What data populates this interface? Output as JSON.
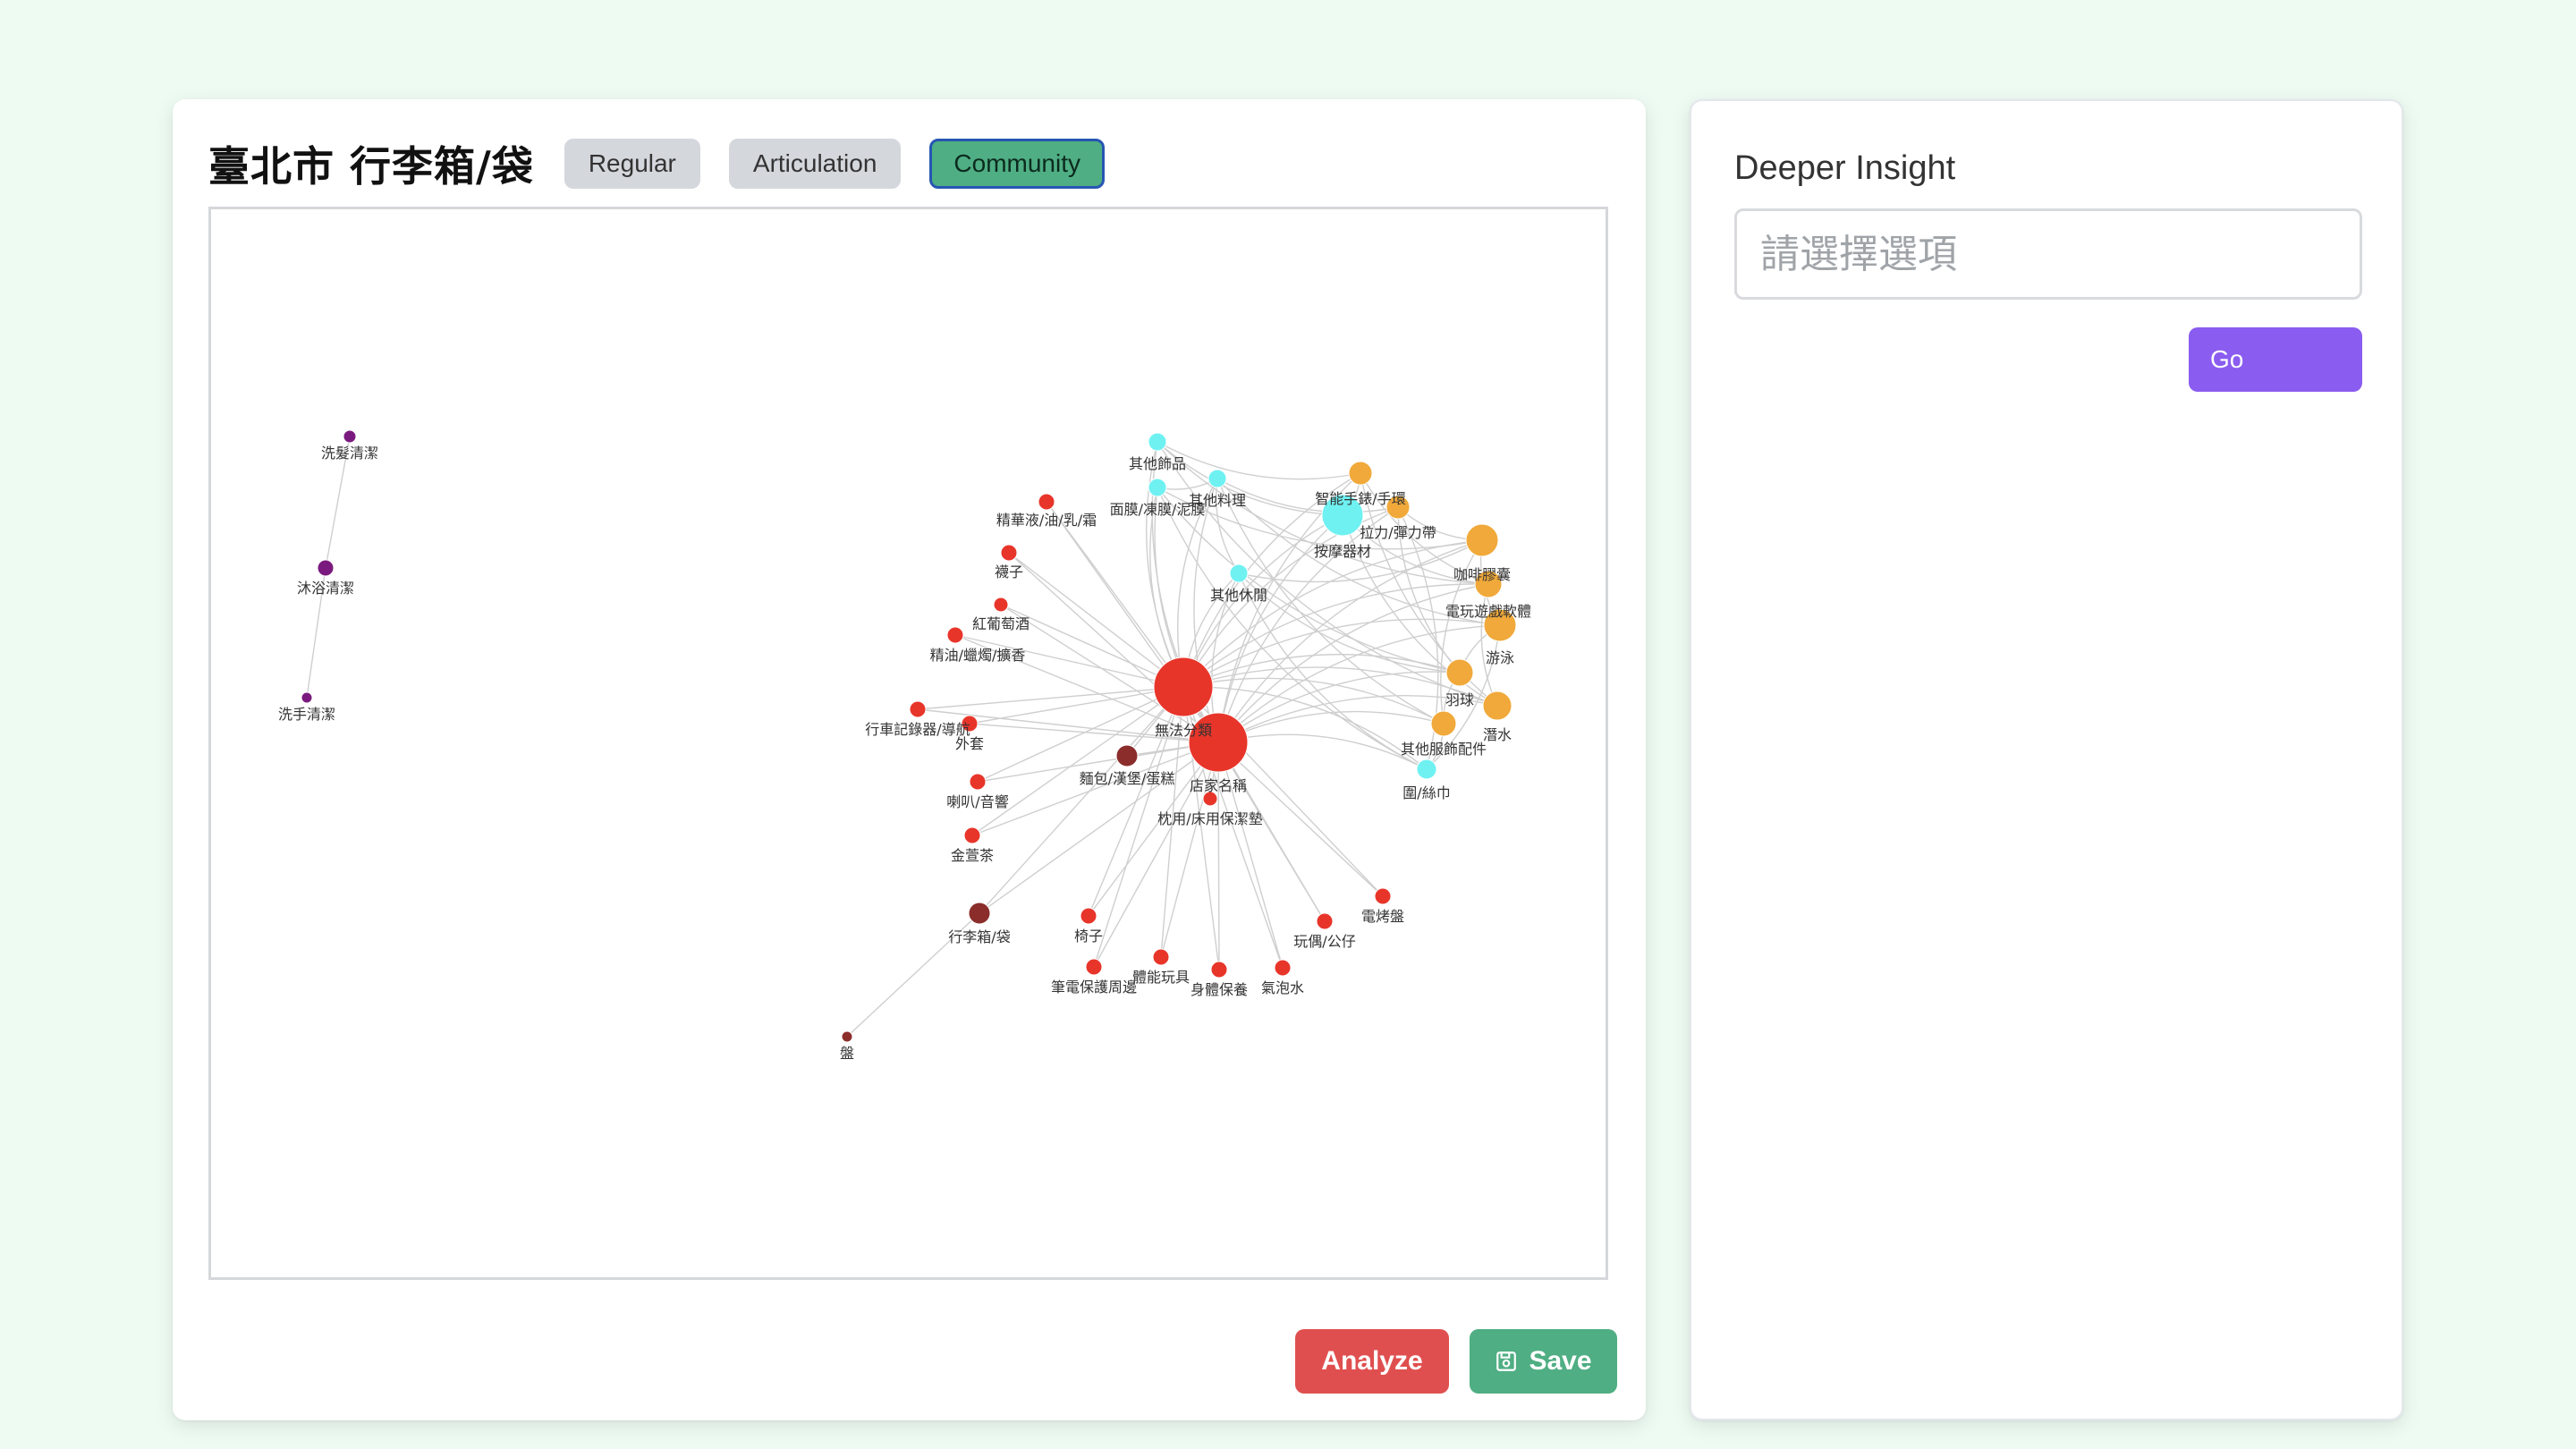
{
  "header": {
    "title": "臺北市 行李箱/袋",
    "modes": [
      {
        "label": "Regular",
        "active": false
      },
      {
        "label": "Articulation",
        "active": false
      },
      {
        "label": "Community",
        "active": true
      }
    ]
  },
  "actions": {
    "analyze_label": "Analyze",
    "save_label": "Save"
  },
  "insight": {
    "heading": "Deeper Insight",
    "placeholder": "請選擇選項",
    "go_label": "Go"
  },
  "colors": {
    "red": "#e8352a",
    "dark_red": "#8b2d2b",
    "cyan": "#6ff1f2",
    "orange": "#f0a93a",
    "purple": "#7a1a7e",
    "edge": "#cfcfcf",
    "accent_green": "#4fae83",
    "accent_red": "#e04f4f",
    "accent_purple": "#8a5cf0"
  },
  "graph": {
    "nodes": [
      {
        "id": "洗髮清潔",
        "group": "purple"
      },
      {
        "id": "沐浴清潔",
        "group": "purple"
      },
      {
        "id": "洗手清潔",
        "group": "purple"
      },
      {
        "id": "無法分類",
        "group": "red"
      },
      {
        "id": "店家名稱",
        "group": "red"
      },
      {
        "id": "精華液/油/乳/霜",
        "group": "red"
      },
      {
        "id": "襪子",
        "group": "red"
      },
      {
        "id": "紅葡萄酒",
        "group": "red"
      },
      {
        "id": "精油/蠟燭/擴香",
        "group": "red"
      },
      {
        "id": "行車記錄器/導航",
        "group": "red"
      },
      {
        "id": "外套",
        "group": "red"
      },
      {
        "id": "喇叭/音響",
        "group": "red"
      },
      {
        "id": "金萱茶",
        "group": "red"
      },
      {
        "id": "麵包/漢堡/蛋糕",
        "group": "dark_red"
      },
      {
        "id": "枕用/床用保潔墊",
        "group": "red"
      },
      {
        "id": "行李箱/袋",
        "group": "dark_red"
      },
      {
        "id": "盤",
        "group": "dark_red"
      },
      {
        "id": "椅子",
        "group": "red"
      },
      {
        "id": "筆電保護周邊",
        "group": "red"
      },
      {
        "id": "體能玩具",
        "group": "red"
      },
      {
        "id": "身體保養",
        "group": "red"
      },
      {
        "id": "氣泡水",
        "group": "red"
      },
      {
        "id": "玩偶/公仔",
        "group": "red"
      },
      {
        "id": "電烤盤",
        "group": "red"
      },
      {
        "id": "其他飾品",
        "group": "cyan"
      },
      {
        "id": "面膜/凍膜/泥膜",
        "group": "cyan"
      },
      {
        "id": "其他料理",
        "group": "cyan"
      },
      {
        "id": "按摩器材",
        "group": "cyan"
      },
      {
        "id": "其他休閒",
        "group": "cyan"
      },
      {
        "id": "圍/絲巾",
        "group": "cyan"
      },
      {
        "id": "智能手錶/手環",
        "group": "orange"
      },
      {
        "id": "拉力/彈力帶",
        "group": "orange"
      },
      {
        "id": "咖啡膠囊",
        "group": "orange"
      },
      {
        "id": "電玩遊戲軟體",
        "group": "orange"
      },
      {
        "id": "游泳",
        "group": "orange"
      },
      {
        "id": "羽球",
        "group": "orange"
      },
      {
        "id": "潛水",
        "group": "orange"
      },
      {
        "id": "其他服飾配件",
        "group": "orange"
      }
    ],
    "edges": [
      [
        "洗髮清潔",
        "沐浴清潔"
      ],
      [
        "沐浴清潔",
        "洗手清潔"
      ],
      [
        "行李箱/袋",
        "盤"
      ]
    ]
  }
}
